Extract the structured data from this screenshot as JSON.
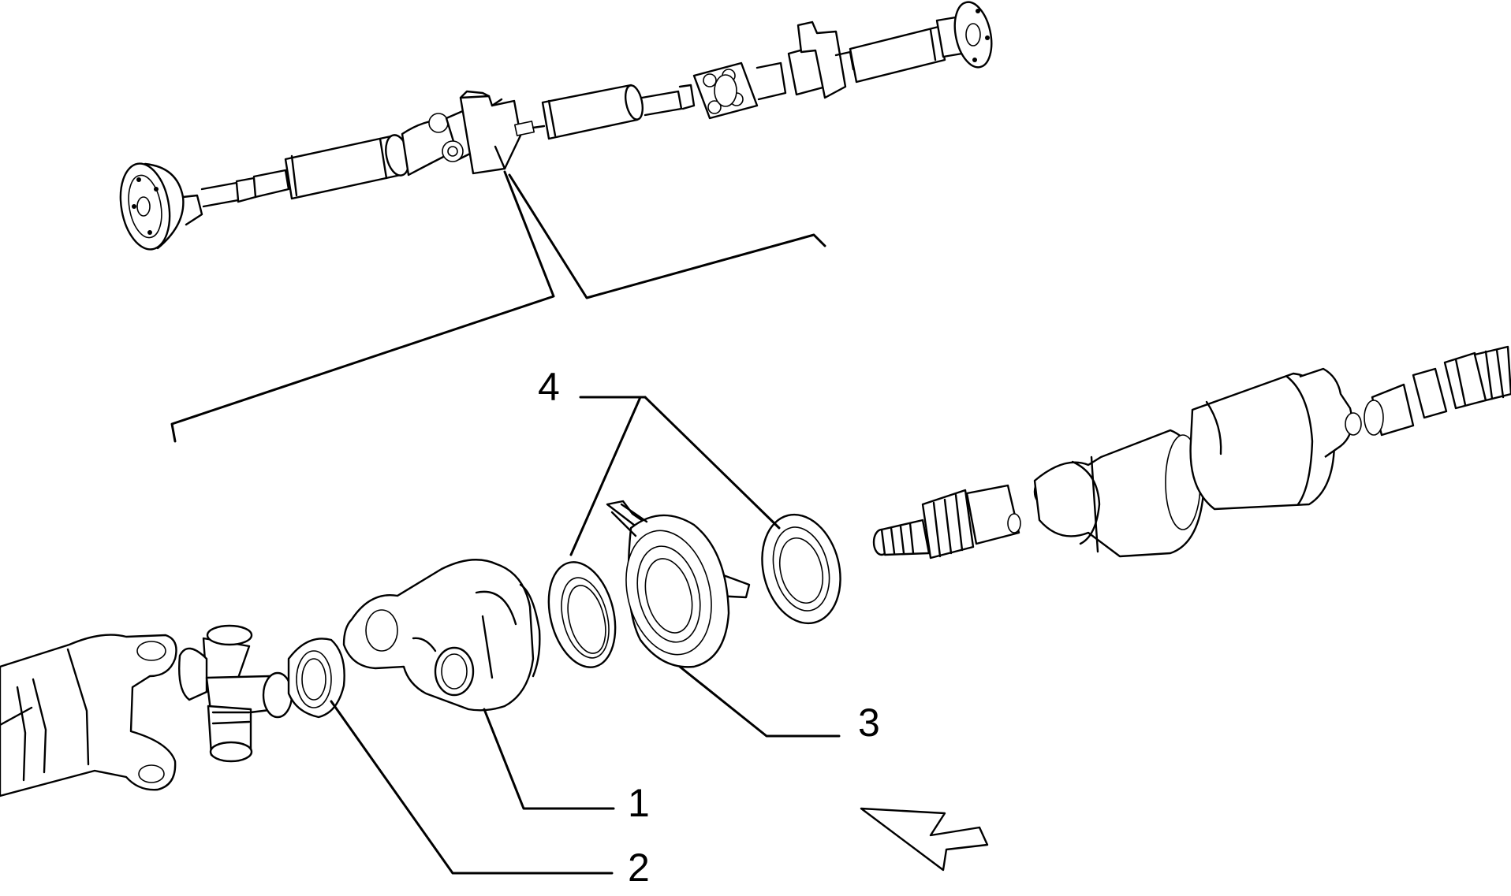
{
  "diagram": {
    "callouts": [
      {
        "id": "1",
        "text": "1",
        "part": "flange-yoke"
      },
      {
        "id": "2",
        "text": "2",
        "part": "nut"
      },
      {
        "id": "3",
        "text": "3",
        "part": "center-support-bearing"
      },
      {
        "id": "4",
        "text": "4",
        "part": "dust-seal-rings"
      }
    ],
    "icons": {
      "direction_arrow": "hollow-arrow-left",
      "cross_joint": "universal-joint-cross"
    },
    "colors": {
      "line": "#000000",
      "background": "#ffffff"
    }
  }
}
